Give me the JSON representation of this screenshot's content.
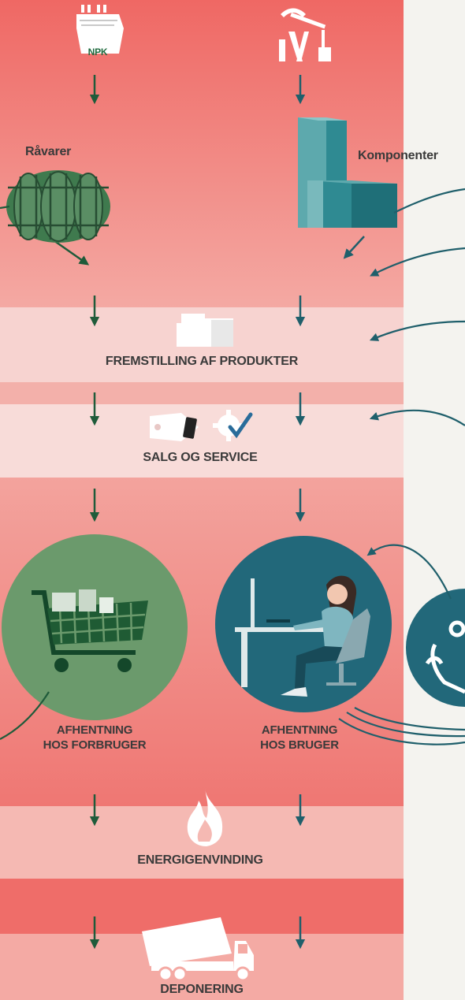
{
  "labels": {
    "raavarer": "Råvarer",
    "komponenter": "Komponenter",
    "npk": "NPK",
    "fremstilling": "FREMSTILLING AF PRODUKTER",
    "salg": "SALG OG SERVICE",
    "forbruger_line1": "AFHENTNING",
    "forbruger_line2": "HOS FORBRUGER",
    "bruger_line1": "AFHENTNING",
    "bruger_line2": "HOS BRUGER",
    "energi": "ENERGIGENVINDING",
    "deponering": "DEPONERING"
  },
  "colors": {
    "band_top": "#ef6b68",
    "band_light": "#f7d2cf",
    "band_mid": "#f39a95",
    "arrow_green": "#1f5b3a",
    "arrow_teal": "#1f5f6b",
    "circle_green": "#6b9a6c",
    "circle_teal": "#22687a",
    "icon_teal": "#2b8390",
    "text_dark": "#3a3a3a",
    "background": "#f4f3ef"
  },
  "icons": [
    "npk-fertilizer-icon",
    "oil-pump-icon",
    "barrels-icon",
    "component-blocks-icon",
    "boxes-icon",
    "price-tag-icon",
    "service-gear-check-icon",
    "shopping-cart-icon",
    "office-worker-icon",
    "hands-recycle-icon",
    "fire-icon",
    "dump-truck-icon"
  ]
}
